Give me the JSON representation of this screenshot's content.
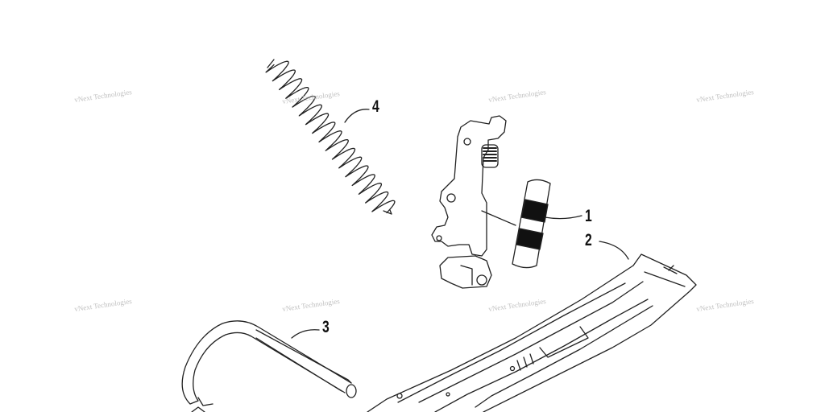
{
  "watermark": {
    "text": "vNext Technologies"
  },
  "callouts": [
    {
      "id": "1",
      "label": "1"
    },
    {
      "id": "2",
      "label": "2"
    },
    {
      "id": "3",
      "label": "3"
    },
    {
      "id": "4",
      "label": "4"
    }
  ],
  "colors": {
    "line": "#222222",
    "watermark": "#b9b9b9",
    "background": "#ffffff"
  }
}
